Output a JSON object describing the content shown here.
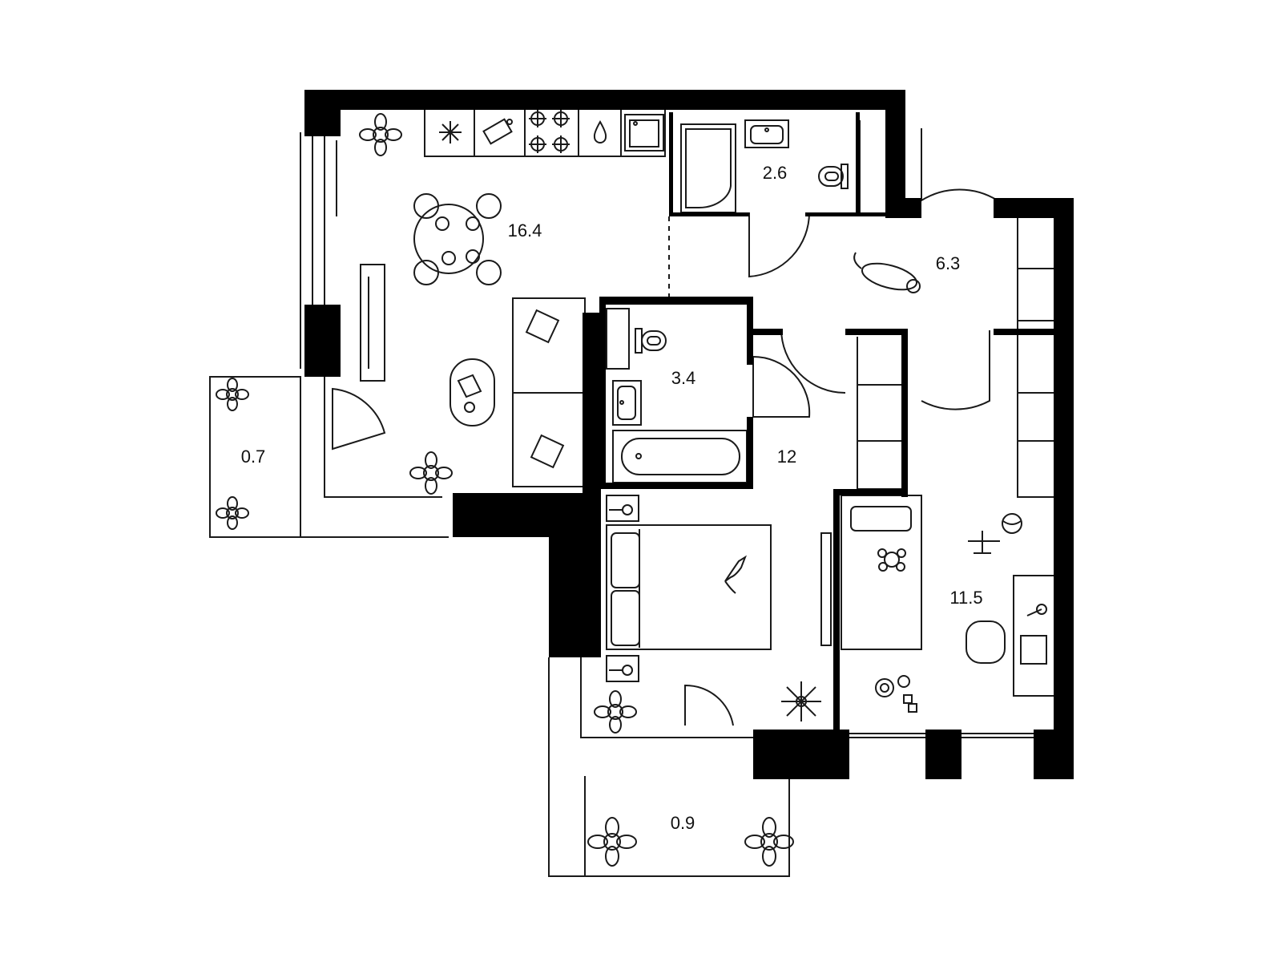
{
  "colors": {
    "wall": "#000000",
    "line": "#1a1a1a",
    "background": "#ffffff"
  },
  "rooms": [
    {
      "key": "kitchen_living",
      "area": "16.4"
    },
    {
      "key": "bathroom_small",
      "area": "2.6"
    },
    {
      "key": "hallway",
      "area": "6.3"
    },
    {
      "key": "bathroom",
      "area": "3.4"
    },
    {
      "key": "bedroom",
      "area": "12"
    },
    {
      "key": "kids_room",
      "area": "11.5"
    },
    {
      "key": "balcony_left",
      "area": "0.7"
    },
    {
      "key": "balcony_bottom",
      "area": "0.9"
    }
  ],
  "icons": [
    "snowflake-icon",
    "cutting-board-icon",
    "stove-icon",
    "water-drop-icon",
    "sink-icon",
    "plant-icon",
    "dining-table-icon",
    "sofa-icon",
    "coffee-table-icon",
    "tv-icon",
    "bathtub-icon",
    "toilet-icon",
    "washbasin-icon",
    "cat-icon",
    "bed-icon",
    "desk-icon",
    "chair-icon",
    "ball-icon",
    "airplane-toy-icon",
    "blocks-icon",
    "teddy-icon"
  ]
}
